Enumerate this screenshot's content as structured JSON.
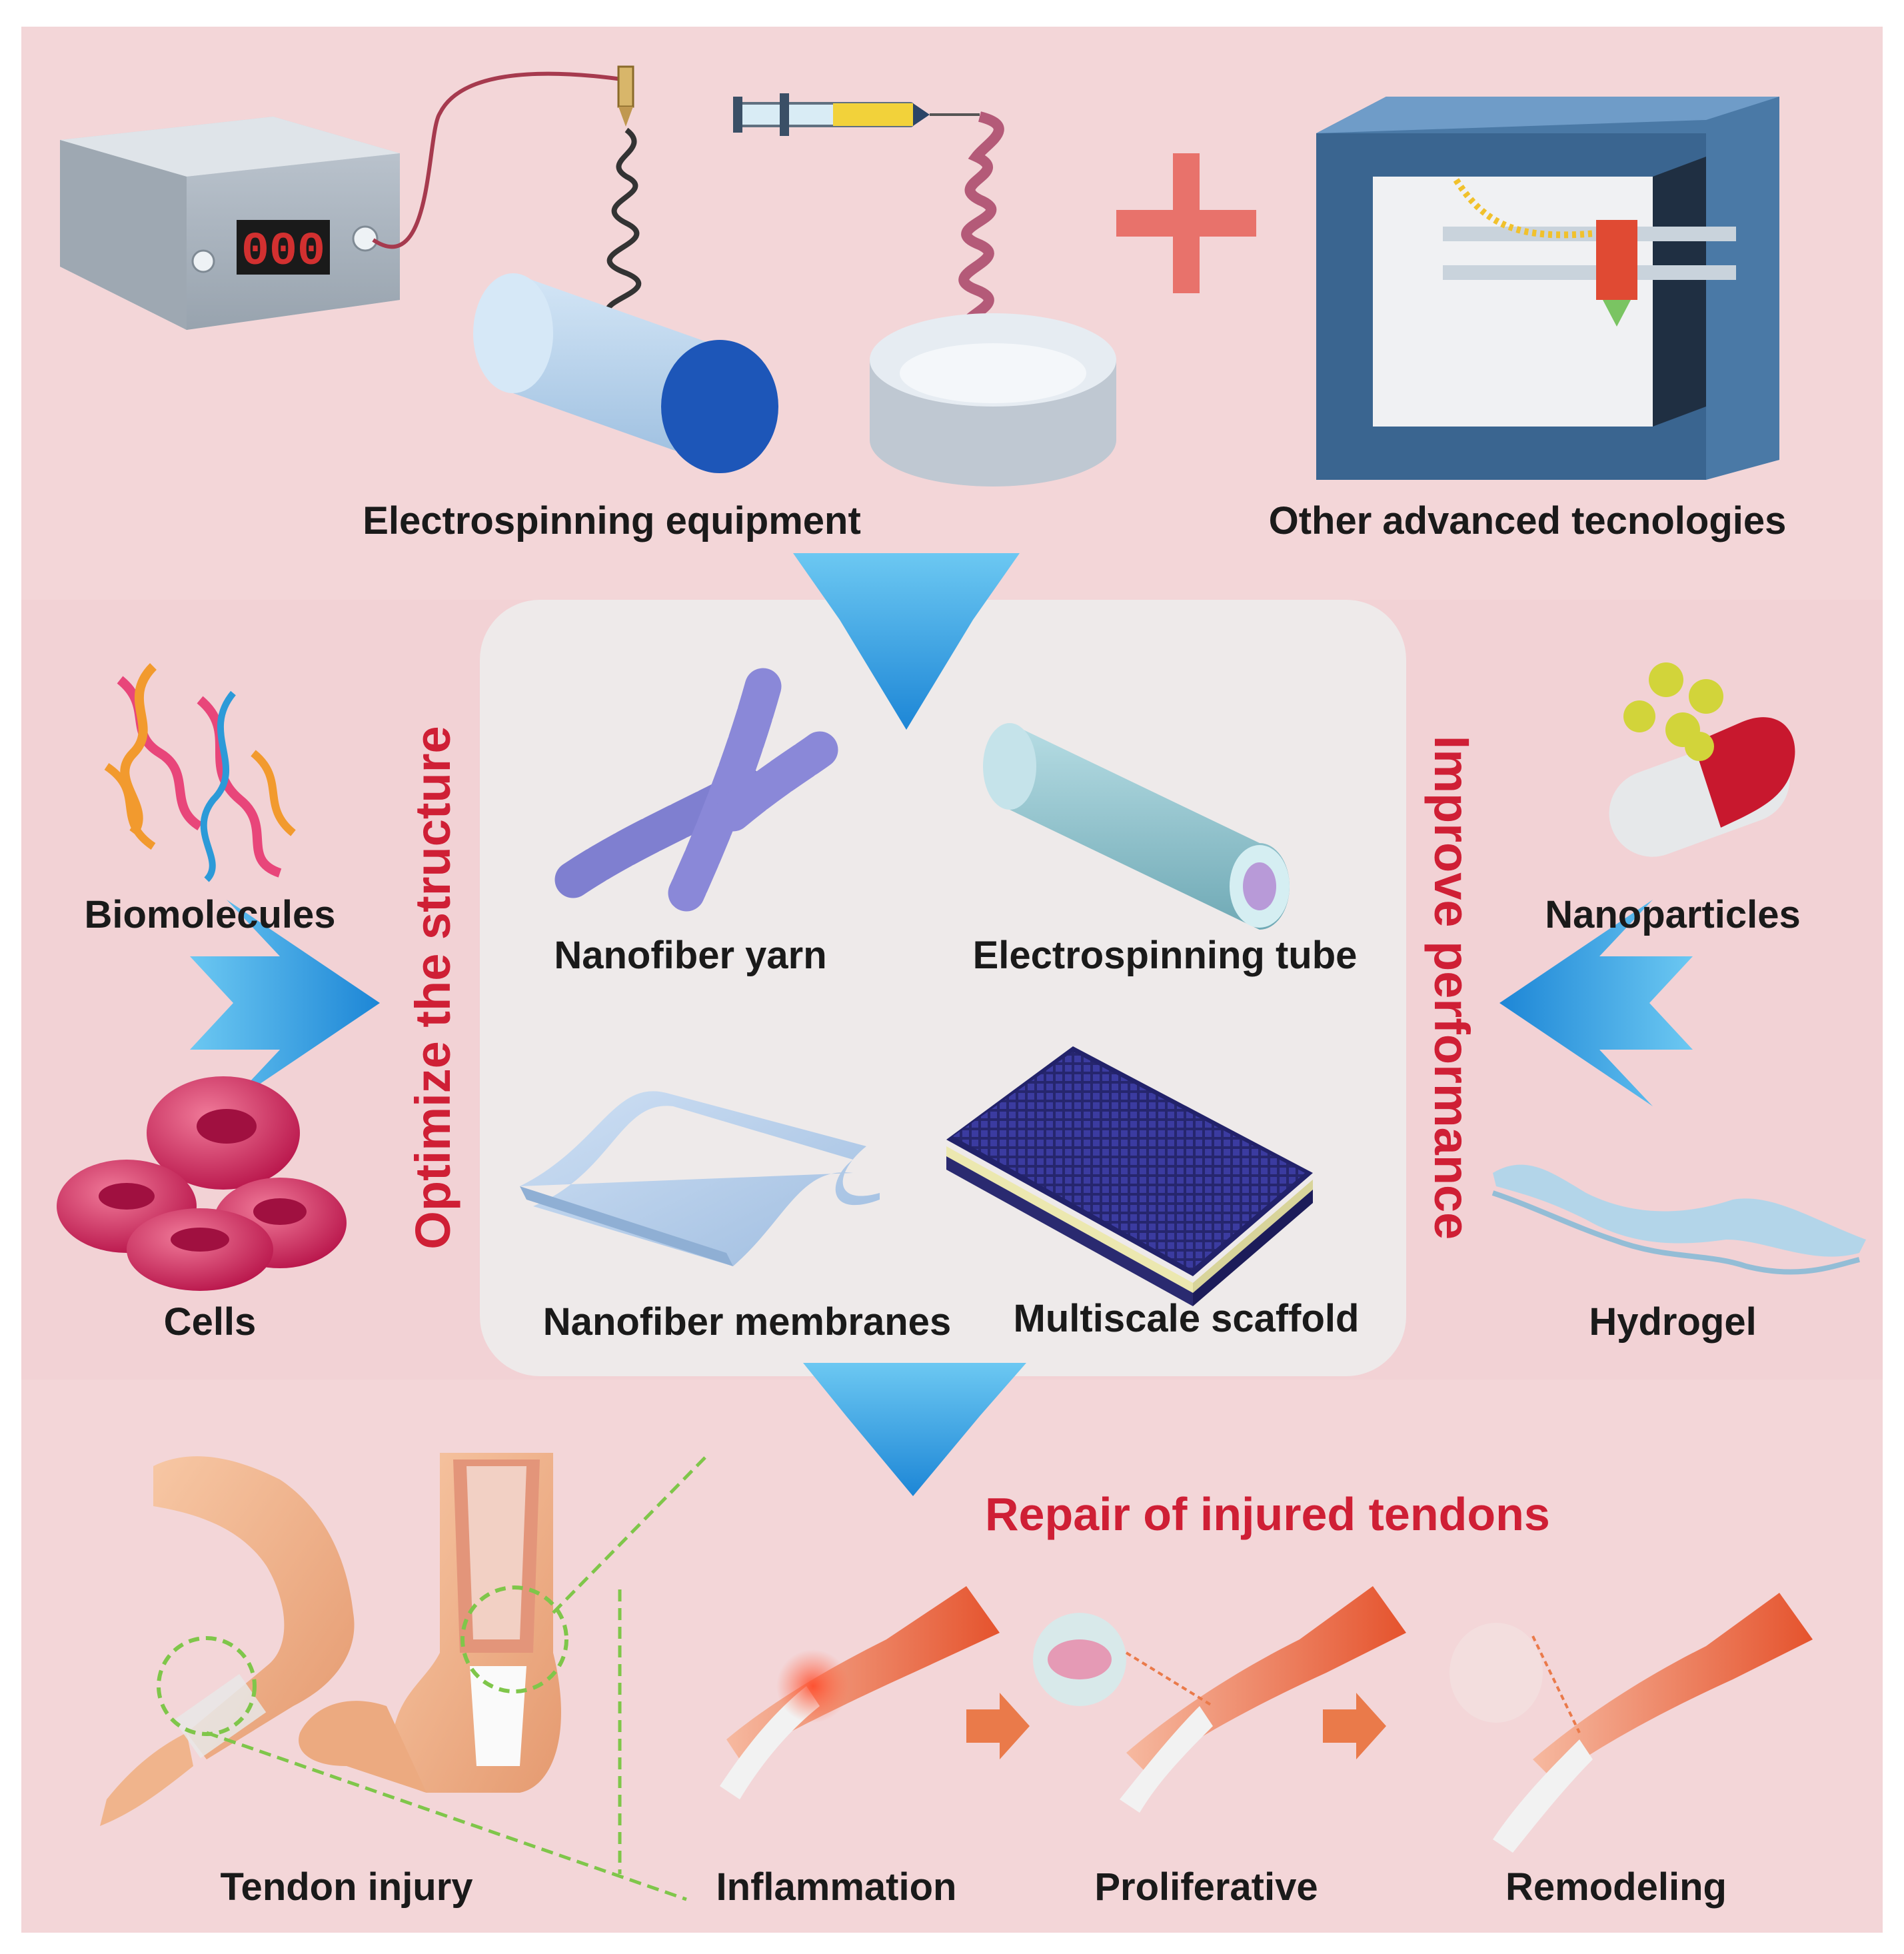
{
  "labels": {
    "electrospinning_equipment": "Electrospinning equipment",
    "other_technologies": "Other advanced tecnologies",
    "biomolecules": "Biomolecules",
    "cells": "Cells",
    "nanoparticles": "Nanoparticles",
    "hydrogel": "Hydrogel",
    "nanofiber_yarn": "Nanofiber yarn",
    "electrospinning_tube": "Electrospinning tube",
    "nanofiber_membranes": "Nanofiber membranes",
    "multiscale_scaffold": "Multiscale scaffold",
    "optimize_structure": "Optimize the structure",
    "improve_performance": "Improve performance",
    "repair_title": "Repair of injured tendons",
    "tendon_injury": "Tendon injury",
    "inflammation": "Inflammation",
    "proliferative": "Proliferative",
    "remodeling": "Remodeling"
  },
  "display": {
    "power_supply_readout": "000"
  },
  "colors": {
    "panel_pink": "#f3d6d8",
    "center_panel": "#eeeaea",
    "arrow_blue": "#2a9ee0",
    "accent_red": "#cf1f35",
    "plus_red": "#e8726b",
    "muscle_orange": "#e8643f",
    "guide_green": "#7fc64a"
  }
}
